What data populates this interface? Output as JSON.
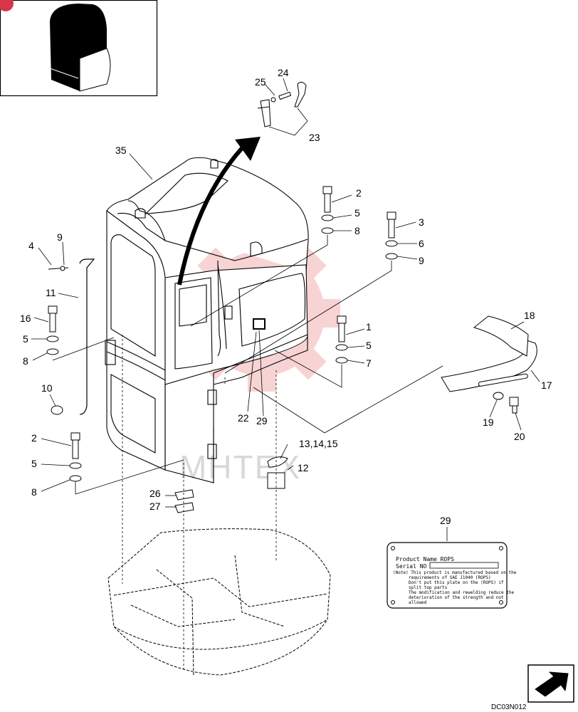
{
  "diagram": {
    "drawing_code": "DC03N012",
    "watermark": "MHTEX",
    "callouts": [
      {
        "id": "c-35",
        "text": "35"
      },
      {
        "id": "c-25",
        "text": "25"
      },
      {
        "id": "c-24",
        "text": "24"
      },
      {
        "id": "c-23",
        "text": "23"
      },
      {
        "id": "c-2a",
        "text": "2"
      },
      {
        "id": "c-5a",
        "text": "5"
      },
      {
        "id": "c-8a",
        "text": "8"
      },
      {
        "id": "c-3",
        "text": "3"
      },
      {
        "id": "c-6",
        "text": "6"
      },
      {
        "id": "c-9a",
        "text": "9"
      },
      {
        "id": "c-4",
        "text": "4"
      },
      {
        "id": "c-9b",
        "text": "9"
      },
      {
        "id": "c-11",
        "text": "11"
      },
      {
        "id": "c-16",
        "text": "16"
      },
      {
        "id": "c-5b",
        "text": "5"
      },
      {
        "id": "c-8b",
        "text": "8"
      },
      {
        "id": "c-1",
        "text": "1"
      },
      {
        "id": "c-5c",
        "text": "5"
      },
      {
        "id": "c-7",
        "text": "7"
      },
      {
        "id": "c-18",
        "text": "18"
      },
      {
        "id": "c-17",
        "text": "17"
      },
      {
        "id": "c-10",
        "text": "10"
      },
      {
        "id": "c-22",
        "text": "22"
      },
      {
        "id": "c-29a",
        "text": "29"
      },
      {
        "id": "c-19",
        "text": "19"
      },
      {
        "id": "c-20",
        "text": "20"
      },
      {
        "id": "c-2b",
        "text": "2"
      },
      {
        "id": "c-13",
        "text": "13,14,15"
      },
      {
        "id": "c-5d",
        "text": "5"
      },
      {
        "id": "c-12",
        "text": "12"
      },
      {
        "id": "c-8c",
        "text": "8"
      },
      {
        "id": "c-26",
        "text": "26"
      },
      {
        "id": "c-27",
        "text": "27"
      },
      {
        "id": "c-29b",
        "text": "29"
      }
    ],
    "plate": {
      "line1": "Product Name  ROPS",
      "line2": "Serial NO",
      "note1": "(Note) This product is manufactured based on the",
      "note2": "requirements of SAE J1040 (ROPS)",
      "note3": "Don't put this plate on the (ROPS) if",
      "note4": "split top parts",
      "note5": "The modification and rewelding reduce the",
      "note6": "deterioration of the strength and not",
      "note7": "allowed"
    }
  }
}
